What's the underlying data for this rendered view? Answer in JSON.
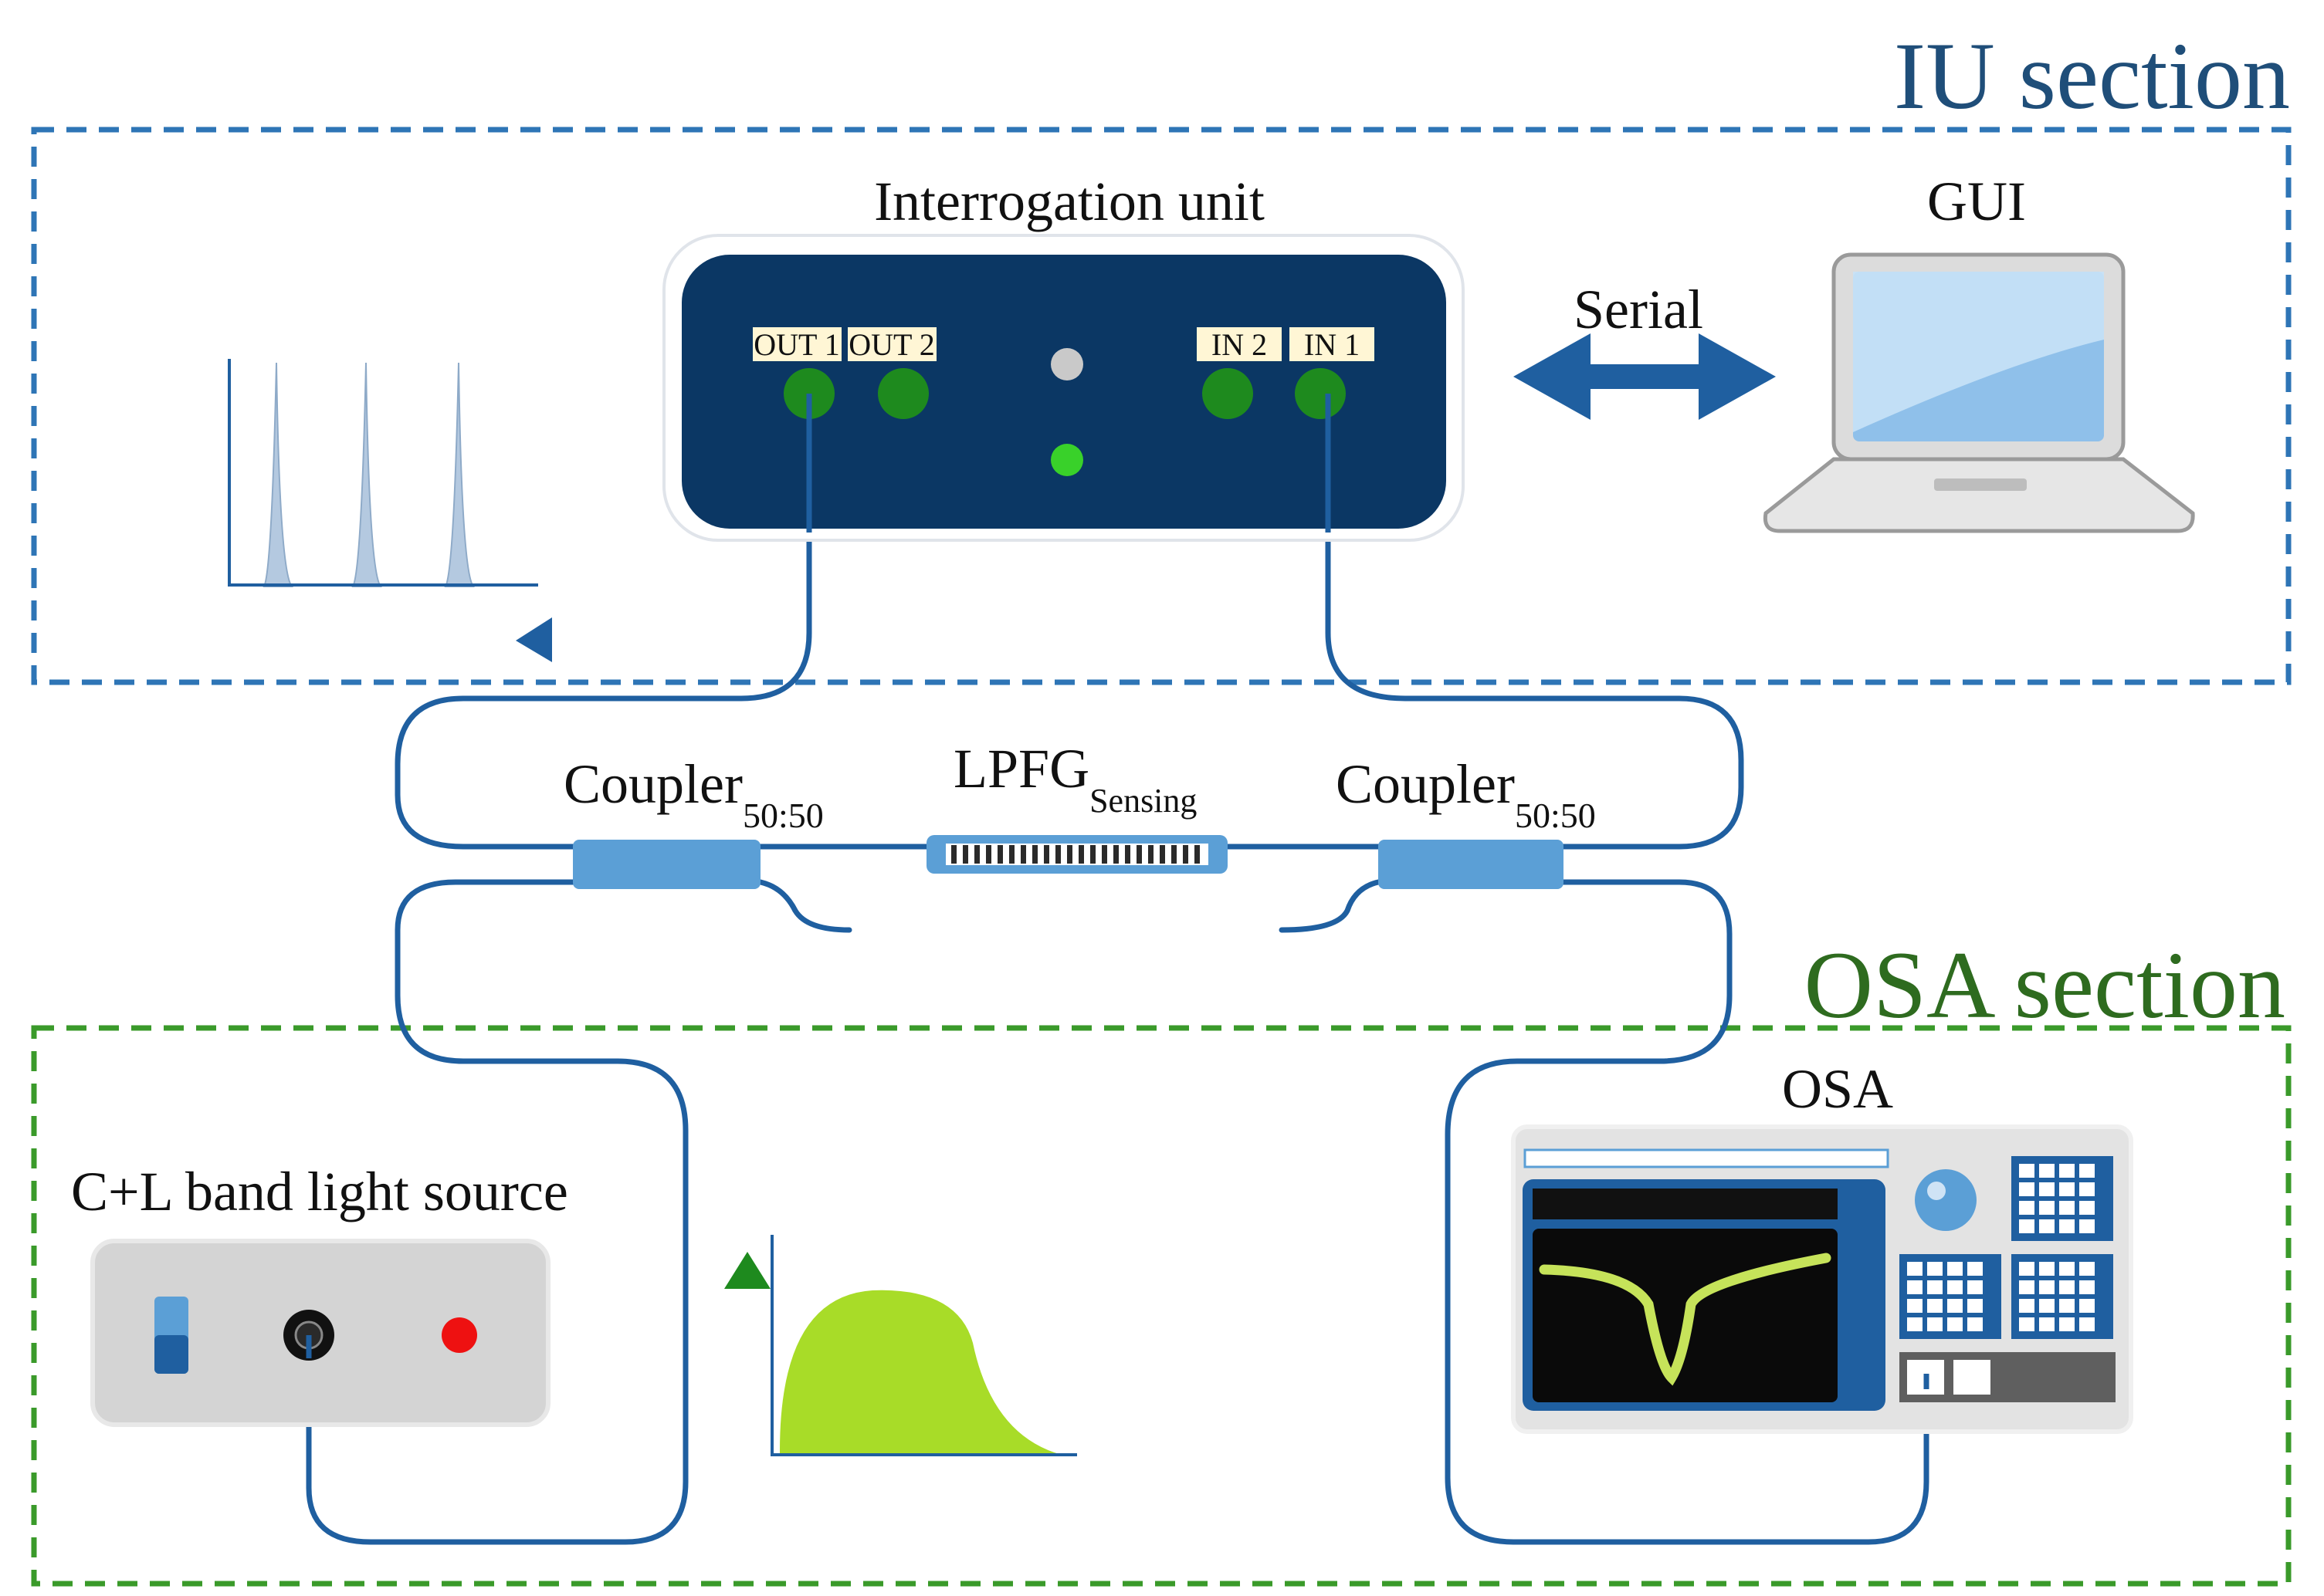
{
  "sections": {
    "iu": {
      "title": "IU section",
      "color": "#1f4e79",
      "border_color": "#2e75b6"
    },
    "osa": {
      "title": "OSA section",
      "color": "#2e6b1f",
      "border_color": "#3a9a2a"
    }
  },
  "interrogation_unit": {
    "title": "Interrogation unit",
    "ports": {
      "out1": "OUT 1",
      "out2": "OUT 2",
      "in2": "IN 2",
      "in1": "IN 1"
    },
    "body_color": "#0b3764"
  },
  "link": {
    "label": "Serial"
  },
  "gui": {
    "label": "GUI"
  },
  "couplers": {
    "left": {
      "label": "Coupler",
      "subscript": "50:50"
    },
    "right": {
      "label": "Coupler",
      "subscript": "50:50"
    }
  },
  "grating": {
    "label": "LPFG",
    "subscript": "Sensing"
  },
  "light_source": {
    "label": "C+L band light source"
  },
  "osa": {
    "label": "OSA"
  },
  "colors": {
    "fiber": "#1f5fa0",
    "coupler": "#5b9fd6",
    "spectrum_green": "#a8dc28",
    "peak_blue": "#b4c9e0"
  }
}
